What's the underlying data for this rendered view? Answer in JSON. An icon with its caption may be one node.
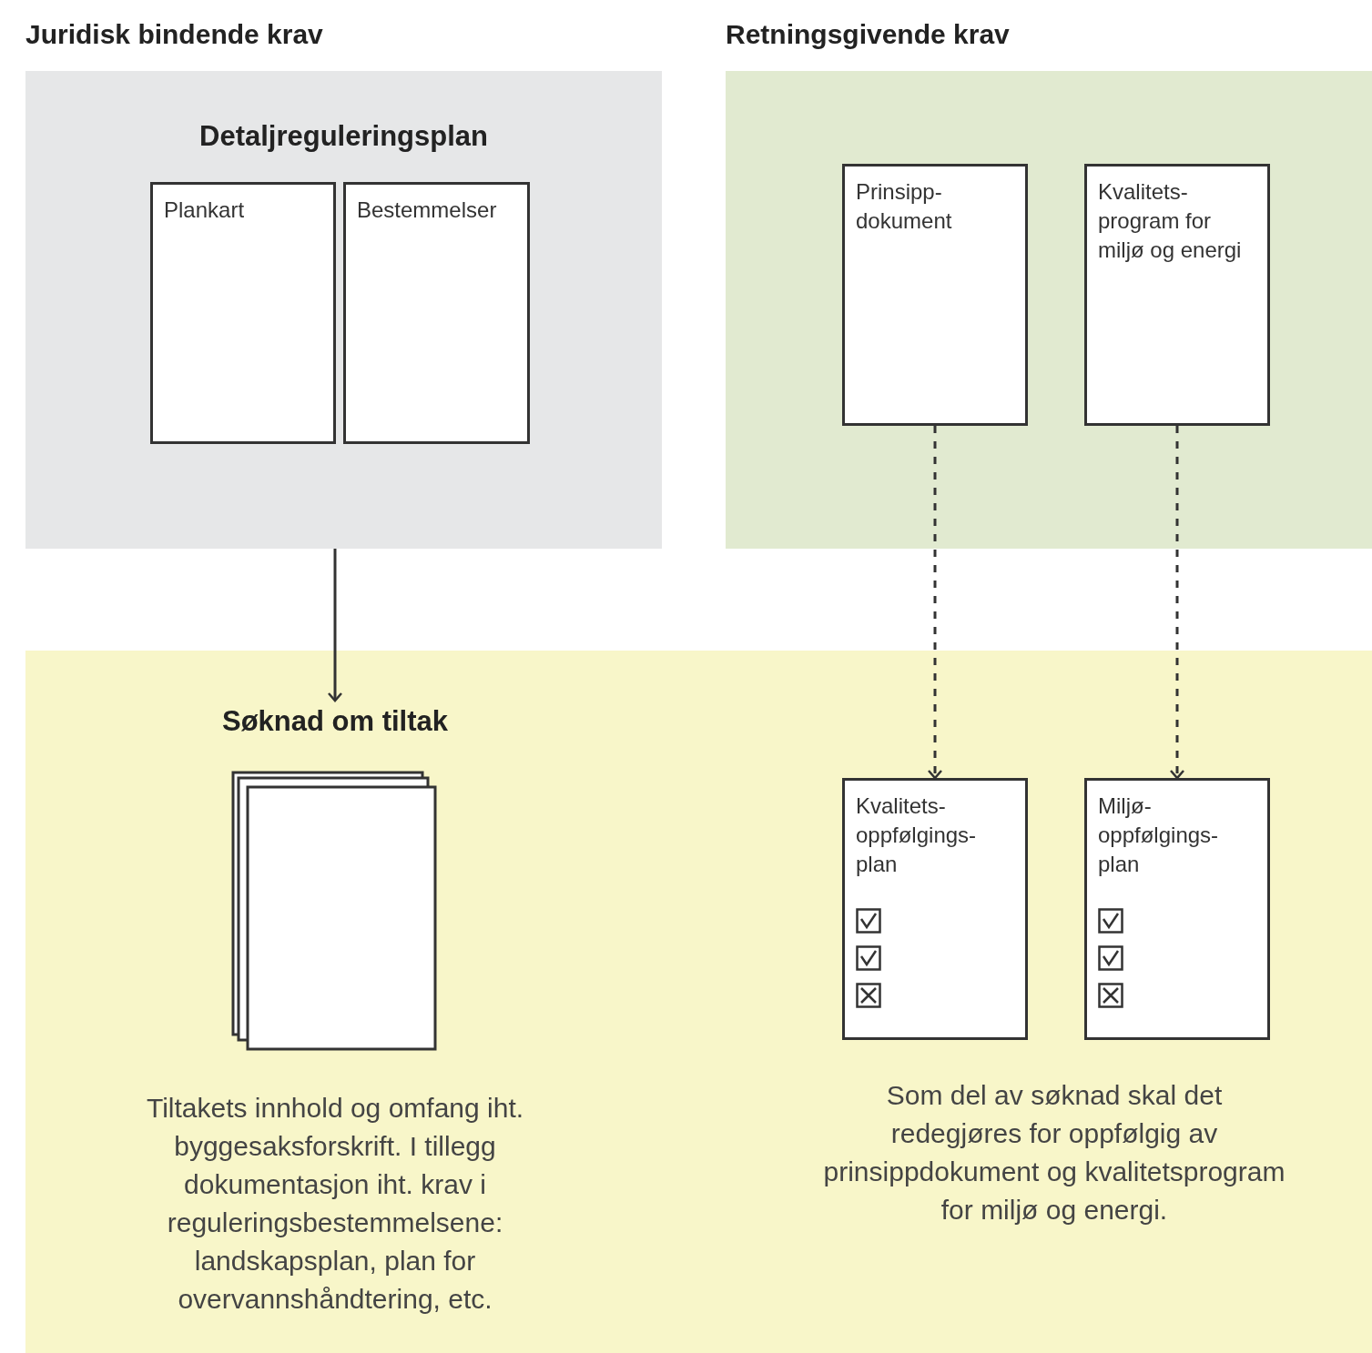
{
  "diagram": {
    "nodes": [
      {
        "text": [
          "Juridisk bindende krav",
          "Detaljreguleringsplan"
        ]
      },
      {
        "text": [
          "Plankart"
        ],
        "in": 0
      },
      {
        "text": [
          "Bestemmelser"
        ],
        "in": 0
      },
      {
        "text": [
          "Retningsgivende krav"
        ]
      },
      {
        "text": [
          "Prinsipp- dokument"
        ],
        "in": 3
      },
      {
        "text": [
          "Kvalitets- program for miljø og energi"
        ],
        "in": 3
      },
      {
        "text": [],
        "shape": "box"
      },
      {
        "text": [],
        "shape": "box",
        "in": 6,
        "beside": [
          "Søknad om tiltak",
          "Tiltakets innhold og omfang iht. byggesaksforskrift. I tillegg dokumentasjon iht. krav i reguleringsbestemmelsene: landskapsplan, plan for overvannshåndtering, etc."
        ]
      },
      {
        "text": [
          "Kvalitets- oppfølgings- plan"
        ],
        "in": 6
      },
      {
        "text": [
          "Miljø- oppfølgings- plan"
        ],
        "in": 6
      }
    ],
    "edges": [
      {
        "from": 0,
        "to": 7,
        "arrow": "to"
      },
      {
        "from": 4,
        "to": 8,
        "arrow": "to",
        "style": "dashed"
      },
      {
        "from": 5,
        "to": 9,
        "arrow": "to",
        "style": "dashed"
      }
    ],
    "labels": [
      "Som del av søknad skal det redegjøres for oppfølgig av prinsippdokument og kvalitetsprogram for miljø og energi."
    ]
  }
}
